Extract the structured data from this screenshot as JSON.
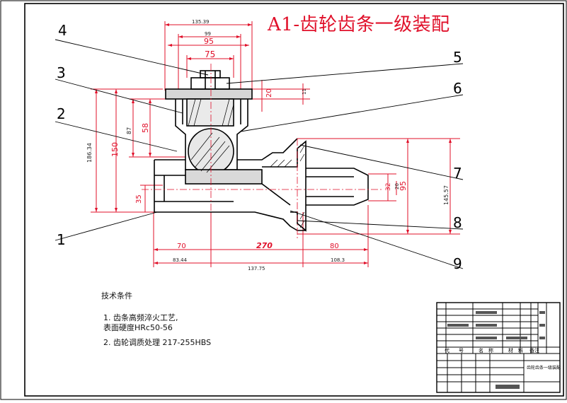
{
  "title": "A1-齿轮齿条一级装配",
  "balloons": [
    "1",
    "2",
    "3",
    "4",
    "5",
    "6",
    "7",
    "8",
    "9"
  ],
  "dimensions": {
    "top_overall": "135.39",
    "top_99": "99",
    "top_95": "95",
    "top_75": "75",
    "flange_20": "20",
    "flange_11": "11",
    "left_186": "186.34",
    "left_150": "150",
    "left_87": "87",
    "left_58": "58",
    "left_35": "35",
    "right_145": "145.57",
    "right_95": "95",
    "right_32": "32",
    "right_20": "20",
    "bottom_70": "70",
    "bottom_270": "270",
    "bottom_80": "80",
    "bottom_83": "83.44",
    "bottom_137": "137.75",
    "bottom_108": "108.3"
  },
  "requirements": {
    "heading": "技术条件",
    "item1_line1": "1. 齿条高频淬火工艺,",
    "item1_line2": "表面硬度HRc50-56",
    "item2": "2. 齿轮调质处理 217-255HBS"
  },
  "title_block": {
    "col_code": "代",
    "col_no": "号",
    "col_name": "名",
    "col_name2": "称",
    "col_material": "材",
    "col_material2": "料",
    "col_note": "备注",
    "drawing_name": "齿轮齿条一级装配"
  },
  "colors": {
    "title": "#e0102a",
    "dimension": "#e0102a",
    "outline": "#000000"
  }
}
